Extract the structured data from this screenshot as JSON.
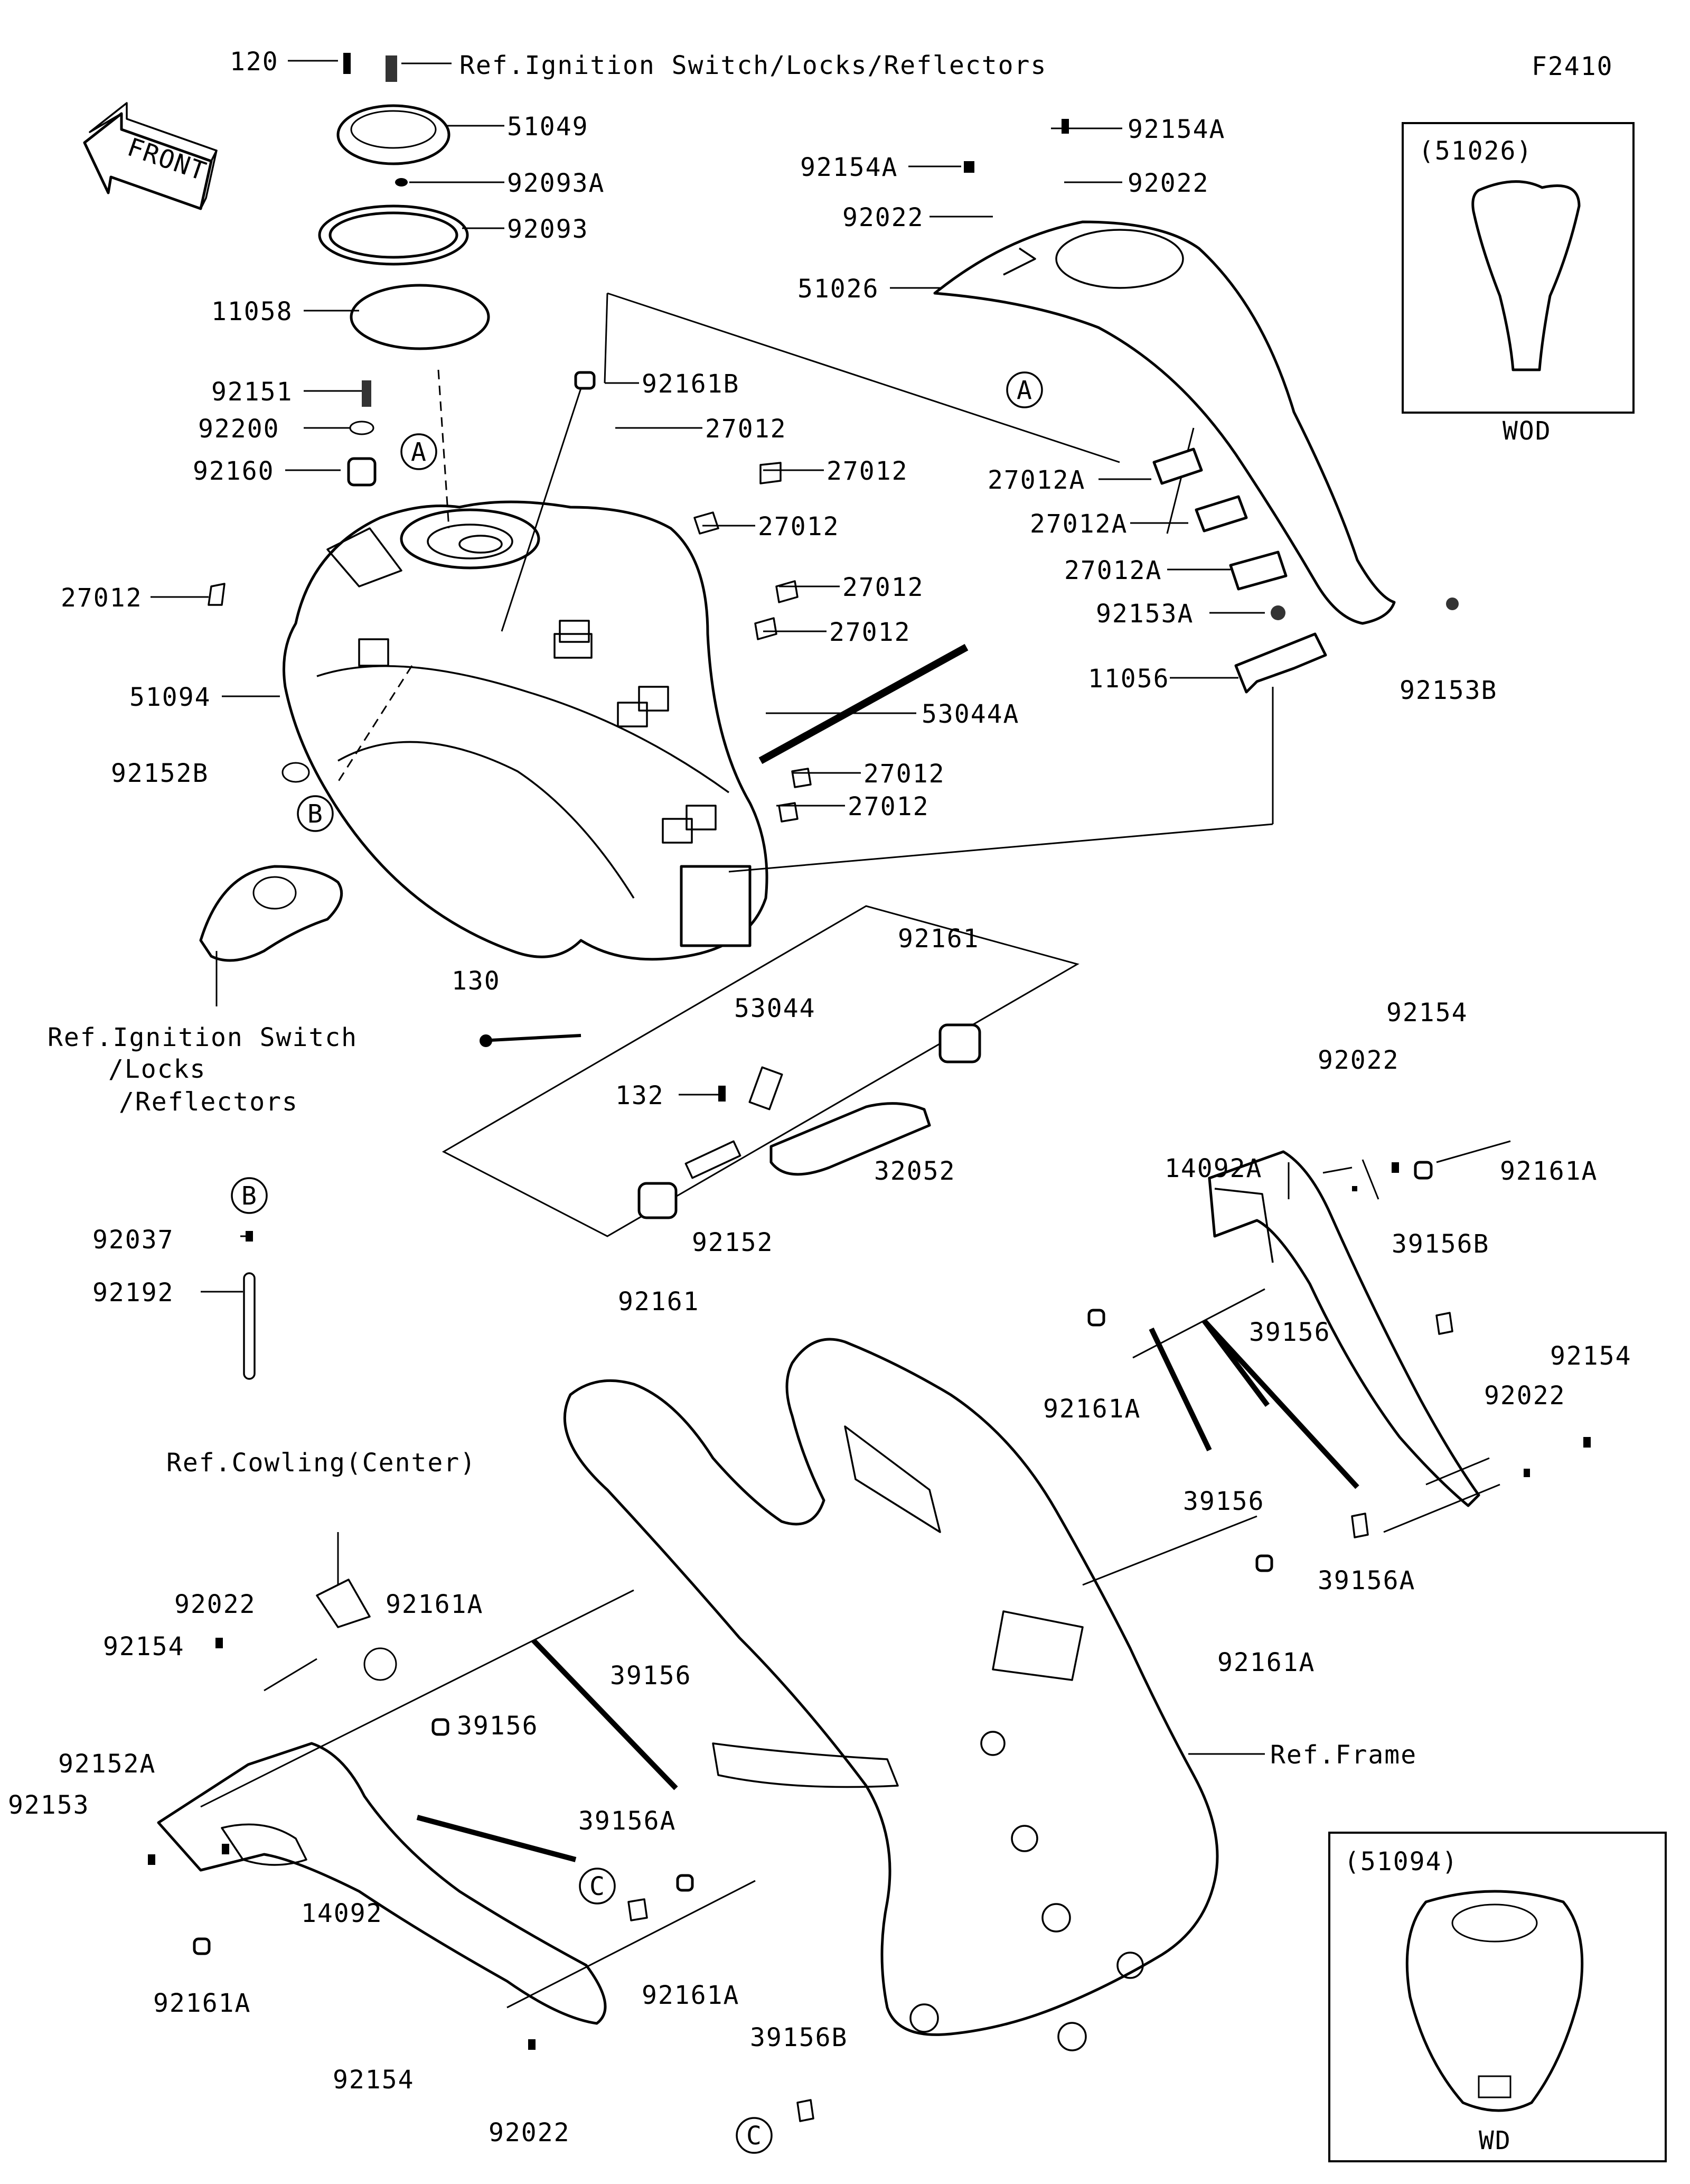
{
  "figure_code": "F2410",
  "front_arrow": "FRONT",
  "refs": {
    "ignition_top": "Ref.Ignition Switch/Locks/Reflectors",
    "ignition_left_1": "Ref.Ignition Switch",
    "ignition_left_2": "/Locks",
    "ignition_left_3": "/Reflectors",
    "cowling": "Ref.Cowling(Center)",
    "frame": "Ref.Frame"
  },
  "callouts": {
    "A": "A",
    "B": "B",
    "C": "C"
  },
  "insets": {
    "wod": {
      "part": "(51026)",
      "label": "WOD"
    },
    "wd": {
      "part": "(51094)",
      "label": "WD"
    }
  },
  "parts": {
    "p120": "120",
    "p51049": "51049",
    "p92093A": "92093A",
    "p92093": "92093",
    "p11058": "11058",
    "p92151": "92151",
    "p92200": "92200",
    "p92160": "92160",
    "p92161B": "92161B",
    "p27012_a": "27012",
    "p27012_b": "27012",
    "p27012_c": "27012",
    "p27012_d": "27012",
    "p27012_e": "27012",
    "p27012_f": "27012",
    "p27012_g": "27012",
    "p27012_h": "27012",
    "p51094": "51094",
    "p92152B": "92152B",
    "p53044A": "53044A",
    "p92154A_1": "92154A",
    "p92154A_2": "92154A",
    "p92022_1": "92022",
    "p92022_2": "92022",
    "p51026": "51026",
    "p27012A_1": "27012A",
    "p27012A_2": "27012A",
    "p27012A_3": "27012A",
    "p92153A": "92153A",
    "p11056": "11056",
    "p92153B": "92153B",
    "p130": "130",
    "p92161_1": "92161",
    "p53044": "53044",
    "p132": "132",
    "p32052": "32052",
    "p92152": "92152",
    "p92161_2": "92161",
    "p92037": "92037",
    "p92192": "92192",
    "p92154_r1": "92154",
    "p92022_r1": "92022",
    "p14092A": "14092A",
    "p92161A_r1": "92161A",
    "p39156B_r": "39156B",
    "p39156_r1": "39156",
    "p39156_r2": "39156",
    "p92161A_r2": "92161A",
    "p92154_r2": "92154",
    "p92022_r2": "92022",
    "p39156A_r": "39156A",
    "p92161A_r3": "92161A",
    "p92022_l1": "92022",
    "p92154_l1": "92154",
    "p92161A_l1": "92161A",
    "p39156_l1": "39156",
    "p39156_l2": "39156",
    "p92152A": "92152A",
    "p92153": "92153",
    "p39156A_l": "39156A",
    "p14092": "14092",
    "p92161A_l2": "92161A",
    "p92161A_l3": "92161A",
    "p39156B_l": "39156B",
    "p92154_l2": "92154",
    "p92022_l2": "92022"
  }
}
